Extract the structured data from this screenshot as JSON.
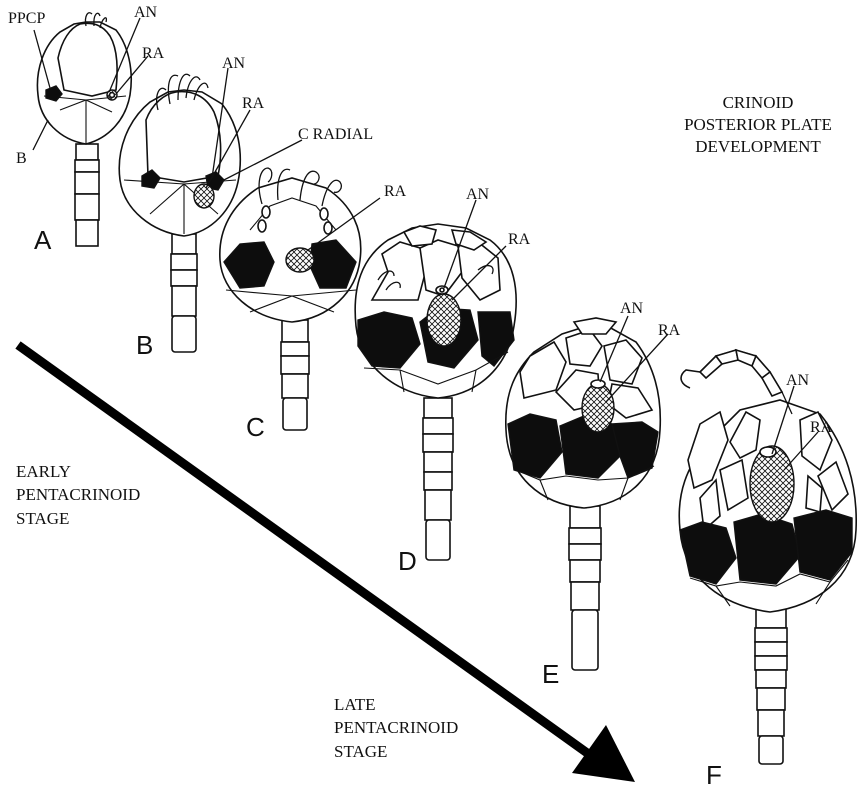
{
  "title": {
    "line1": "CRINOID",
    "line2": "POSTERIOR PLATE",
    "line3": "DEVELOPMENT"
  },
  "stages": {
    "early": {
      "line1": "EARLY",
      "line2": "PENTACRINOID",
      "line3": "STAGE"
    },
    "late": {
      "line1": "LATE",
      "line2": "PENTACRINOID",
      "line3": "STAGE"
    }
  },
  "panel_letters": [
    "A",
    "B",
    "C",
    "D",
    "E",
    "F"
  ],
  "labels": {
    "ppcp": "PPCP",
    "b": "B",
    "an": "AN",
    "ra": "RA",
    "c_radial": "C RADIAL"
  },
  "colors": {
    "ink": "#111111",
    "basal_plates": "#0d0d0d",
    "background": "#ffffff"
  }
}
